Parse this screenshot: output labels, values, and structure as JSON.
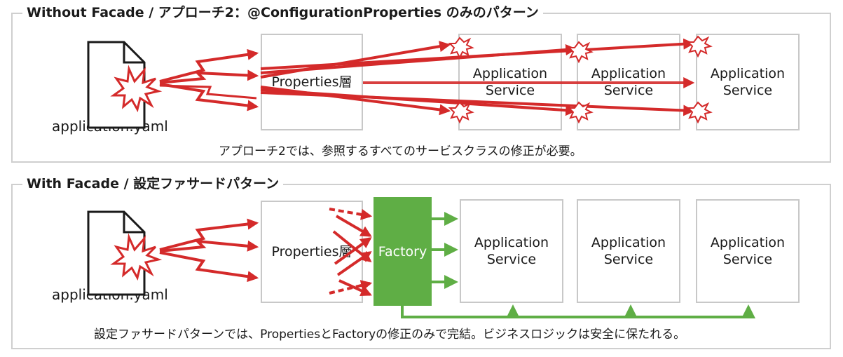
{
  "top": {
    "title": "Without Facade / アプローチ2：@ConfigurationProperties のみのパターン",
    "file_label": "application.yaml",
    "properties_label": "Properties層",
    "services": [
      {
        "line1": "Application",
        "line2": "Service"
      },
      {
        "line1": "Application",
        "line2": "Service"
      },
      {
        "line1": "Application",
        "line2": "Service"
      }
    ],
    "caption": "アプローチ2では、参照するすべてのサービスクラスの修正が必要。"
  },
  "bottom": {
    "title": "With Facade / 設定ファサードパターン",
    "file_label": "application.yaml",
    "properties_label": "Properties層",
    "factory_label": "Factory",
    "services": [
      {
        "line1": "Application",
        "line2": "Service"
      },
      {
        "line1": "Application",
        "line2": "Service"
      },
      {
        "line1": "Application",
        "line2": "Service"
      }
    ],
    "caption": "設定ファサードパターンでは、PropertiesとFactoryの修正のみで完結。ビジネスロジックは安全に保たれる。"
  },
  "colors": {
    "alert_red": "#d42a2a",
    "factory_green": "#5fae45",
    "box_border": "#c8c8c8",
    "panel_border": "#cfcfcf"
  },
  "icons": [
    "document-icon",
    "burst-icon"
  ]
}
